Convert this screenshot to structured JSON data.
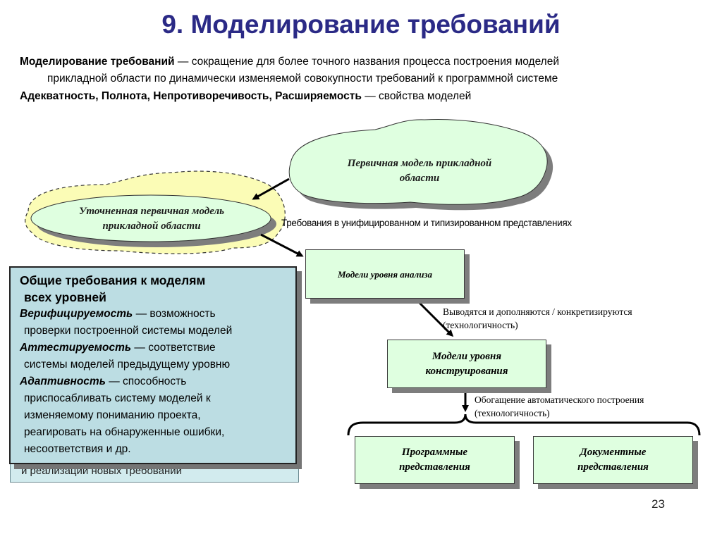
{
  "slide": {
    "title": "9. Моделирование требований",
    "page_number": "23"
  },
  "intro": {
    "line1_term": "Моделирование требований",
    "line1_rest": " — сокращение для более точного названия процесса построения моделей",
    "line2": "прикладной области по динамически изменяемой совокупности требований к программной системе",
    "line3_term": "Адекватность, Полнота, Непротиворечивость, Расширяемость",
    "line3_rest": " — свойства моделей"
  },
  "diagram": {
    "primary_model": [
      "Первичная модель прикладной",
      "области"
    ],
    "refined_model": [
      "Уточненная первичная модель",
      "прикладной области"
    ],
    "requirements_label": "Требования в унифицированном и типизированном представлениях",
    "analysis_models": "Модели уровня анализа",
    "derive_note": [
      "Выводятся и дополняются / конкретизируются",
      "(технологичность)"
    ],
    "design_models": [
      "Модели уровня",
      "конструирования"
    ],
    "enrich_note": [
      "Обогащение автоматического построения",
      "(технологичность)"
    ],
    "program_repr": [
      "Программные",
      "представления"
    ],
    "document_repr": [
      "Документные",
      "представления"
    ]
  },
  "general_requirements": {
    "title_line1": "Общие требования к моделям",
    "title_line2": "всех уровней",
    "items": [
      {
        "term": "Верифицируемость",
        "rest": " — возможность",
        "line2": "проверки построенной системы моделей"
      },
      {
        "term": "Аттестируемость",
        "rest": " — соответствие",
        "line2": "системы моделей предыдущему уровню"
      },
      {
        "term": "Адаптивность",
        "rest": " —  способность",
        "line2": "приспосабливать систему моделей к",
        "line3": "изменяемому пониманию проекта,",
        "line4": "реагировать на обнаруженные ошибки,",
        "line5": "несоответствия и др."
      }
    ],
    "hidden_tail": "и реализации новых требований"
  },
  "colors": {
    "title": "#2b2a86",
    "cloud_fill": "#dfffe0",
    "cloud_shadow": "#7d7d7d",
    "dashed_cloud_fill": "#fbfcb6",
    "box_fill": "#dfffe0",
    "general_box_fill": "#bcdde3"
  }
}
